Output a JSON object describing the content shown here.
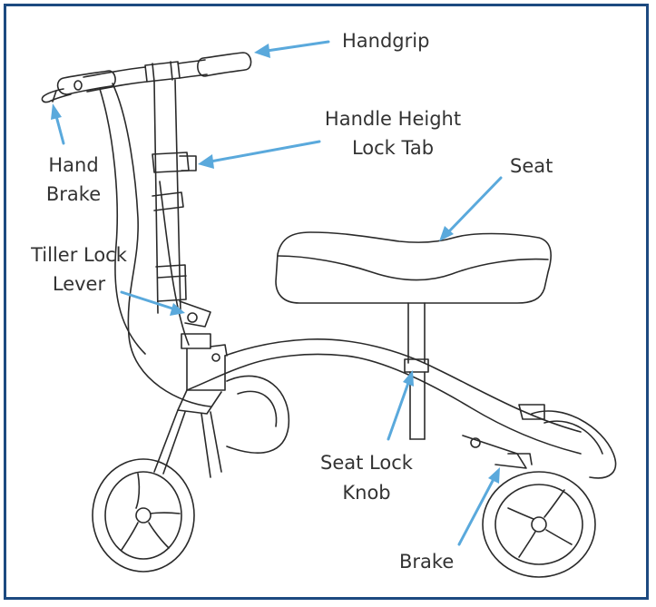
{
  "colors": {
    "border": "#1d4a80",
    "arrow": "#5aa9dc",
    "line": "#2a2a2a"
  },
  "labels": {
    "handgrip": "Handgrip",
    "handle_height_lock_tab_l1": "Handle Height",
    "handle_height_lock_tab_l2": "Lock Tab",
    "hand_brake_l1": "Hand",
    "hand_brake_l2": "Brake",
    "seat": "Seat",
    "tiller_lock_lever_l1": "Tiller Lock",
    "tiller_lock_lever_l2": "Lever",
    "seat_lock_knob_l1": "Seat Lock",
    "seat_lock_knob_l2": "Knob",
    "brake": "Brake"
  }
}
